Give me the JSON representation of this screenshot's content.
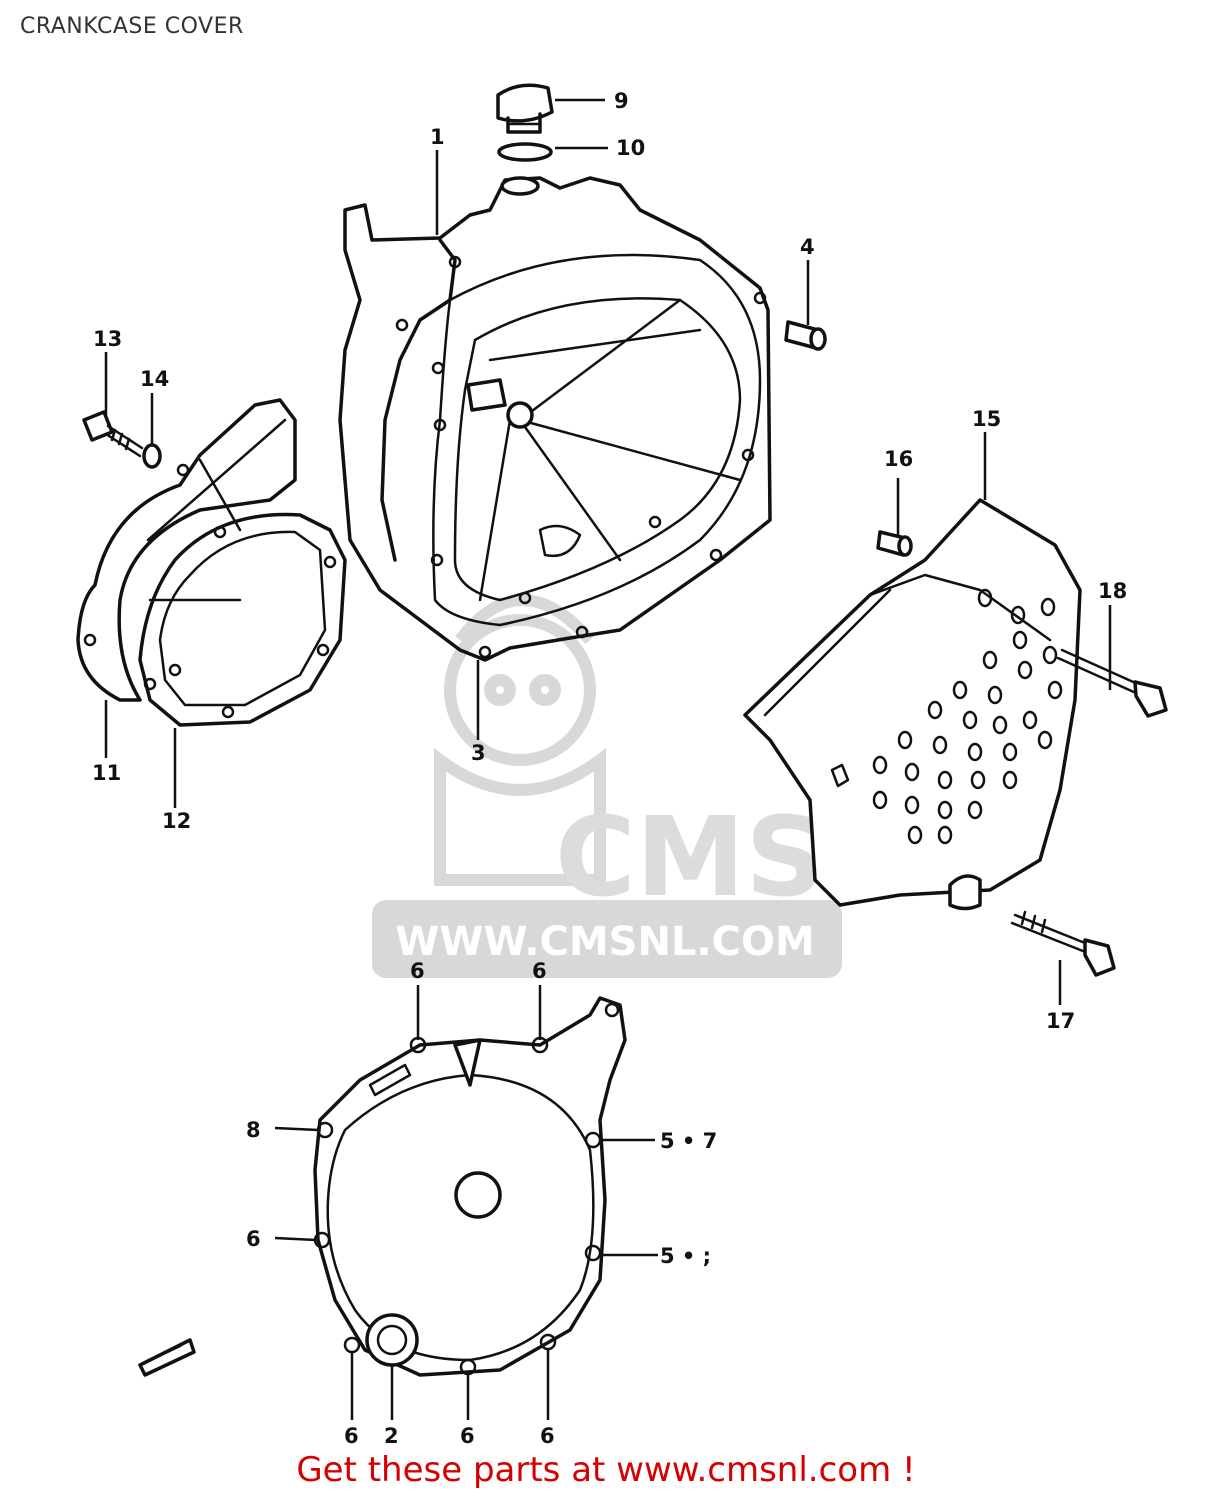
{
  "title": "CRANKCASE COVER",
  "watermark": {
    "brand": "CMS",
    "url": "WWW.CMSNL.COM"
  },
  "parts": {
    "p1": "1",
    "p2": "2",
    "p3": "3",
    "p4": "4",
    "p5a": "5 • 7",
    "p5b": "5 • ;",
    "p6a": "6",
    "p6b": "6",
    "p6c": "6",
    "p6d": "6",
    "p6e": "6",
    "p6f": "6",
    "p8": "8",
    "p9": "9",
    "p10": "10",
    "p11": "11",
    "p12": "12",
    "p13": "13",
    "p14": "14",
    "p15": "15",
    "p16": "16",
    "p17": "17",
    "p18": "18"
  },
  "footer": "Get these parts at www.cmsnl.com !"
}
